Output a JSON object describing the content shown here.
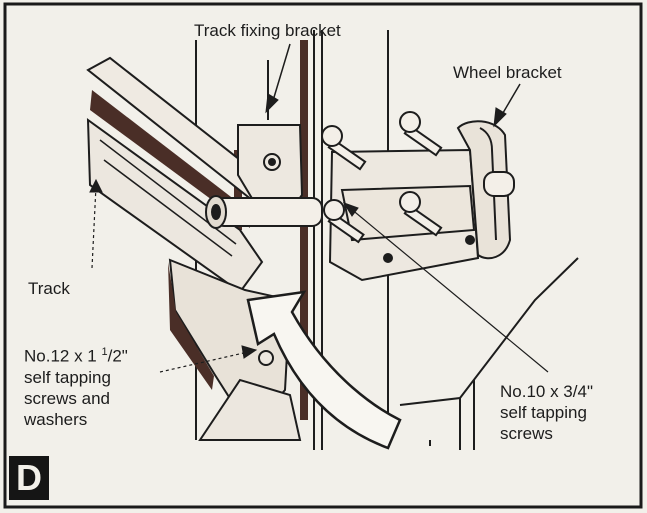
{
  "panel": {
    "letter": "D"
  },
  "labels": {
    "track_fixing_bracket": "Track fixing bracket",
    "wheel_bracket": "Wheel bracket",
    "track": "Track",
    "screws_12": {
      "line1_prefix": "No.12 x 1 ",
      "line1_sup": "1",
      "line1_suffix": "/2\"",
      "line2": "self tapping",
      "line3": "screws and",
      "line4": "washers"
    },
    "screws_10": {
      "line1": "No.10 x 3/4\"",
      "line2": "self tapping",
      "line3": "screws"
    }
  },
  "colors": {
    "paper": "#f2f0ea",
    "ink": "#1d1d1d",
    "shadow": "#4a2e27"
  }
}
